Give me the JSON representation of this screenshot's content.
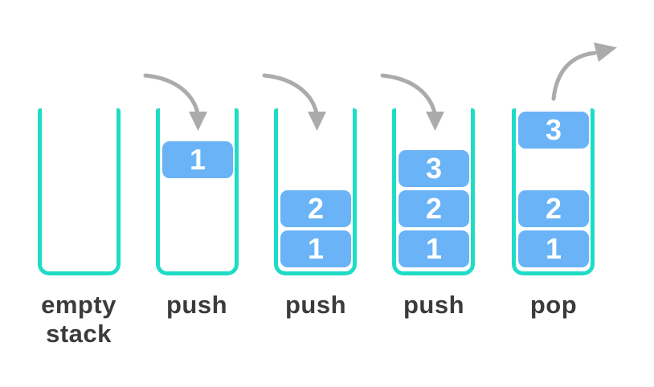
{
  "colors": {
    "stack_outline": "#1edcc6",
    "block_fill": "#6ab3f7",
    "block_text": "#ffffff",
    "arrow": "#ababab",
    "label_text": "#3b3b3b",
    "background": "#ffffff"
  },
  "stages": [
    {
      "name": "empty-stack",
      "label_lines": [
        "empty",
        "stack"
      ],
      "arrow": "none",
      "blocks": []
    },
    {
      "name": "push-first",
      "label_lines": [
        "push"
      ],
      "arrow": "push",
      "blocks": [
        {
          "value": "1"
        }
      ]
    },
    {
      "name": "push-second",
      "label_lines": [
        "push"
      ],
      "arrow": "push",
      "blocks": [
        {
          "value": "2"
        },
        {
          "value": "1"
        }
      ]
    },
    {
      "name": "push-third",
      "label_lines": [
        "push"
      ],
      "arrow": "push",
      "blocks": [
        {
          "value": "3"
        },
        {
          "value": "2"
        },
        {
          "value": "1"
        }
      ]
    },
    {
      "name": "pop",
      "label_lines": [
        "pop"
      ],
      "arrow": "pop",
      "blocks": [
        {
          "value": "3"
        },
        {
          "value": "2"
        },
        {
          "value": "1"
        }
      ]
    }
  ]
}
